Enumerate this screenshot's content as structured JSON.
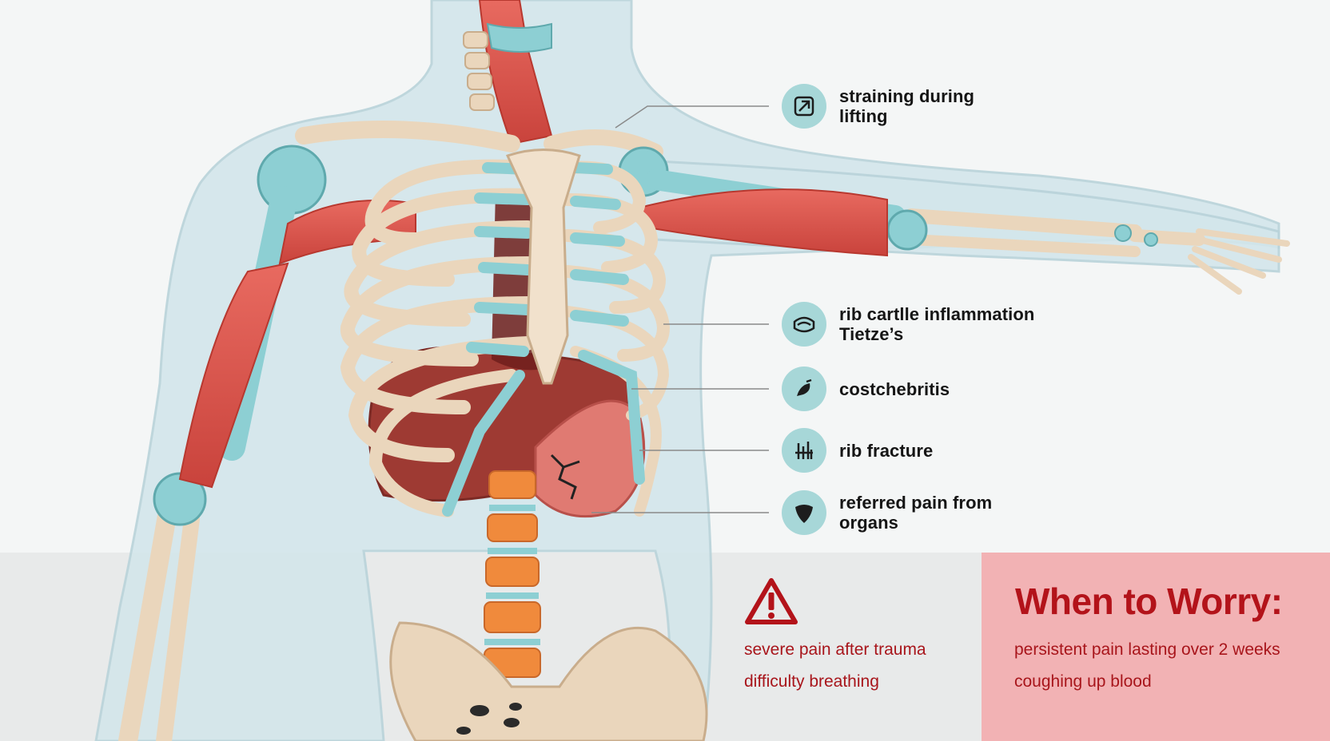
{
  "callouts": [
    {
      "label": "straining during\nlifting",
      "icon": "dumbbell-icon"
    },
    {
      "label": "rib cartlle inflammation\nTietze’s",
      "icon": "inflamed-cartilage-icon"
    },
    {
      "label": "costchebritis",
      "icon": "organ-icon"
    },
    {
      "label": "rib fracture",
      "icon": "fractured-rib-icon"
    },
    {
      "label": "referred pain from\norgans",
      "icon": "heart-organ-icon"
    }
  ],
  "warning": {
    "icon": "warning-triangle-icon",
    "items": [
      "severe pain after trauma",
      "difficulty breathing"
    ]
  },
  "worry": {
    "title": "When to Worry:",
    "items": [
      "persistent pain lasting over 2 weeks",
      "coughing up blood"
    ]
  },
  "colors": {
    "background": "#f4f6f6",
    "body_silhouette": "#d3e6eb",
    "bone": "#ead6bc",
    "cartilage": "#8dcfd3",
    "muscle": "#d9534c",
    "organ": "#9e3a33",
    "spine_disc": "#f08a3c",
    "icon_badge": "#a7d7d8",
    "warning_red": "#a8151b",
    "worry_panel": "#f2b2b4"
  }
}
